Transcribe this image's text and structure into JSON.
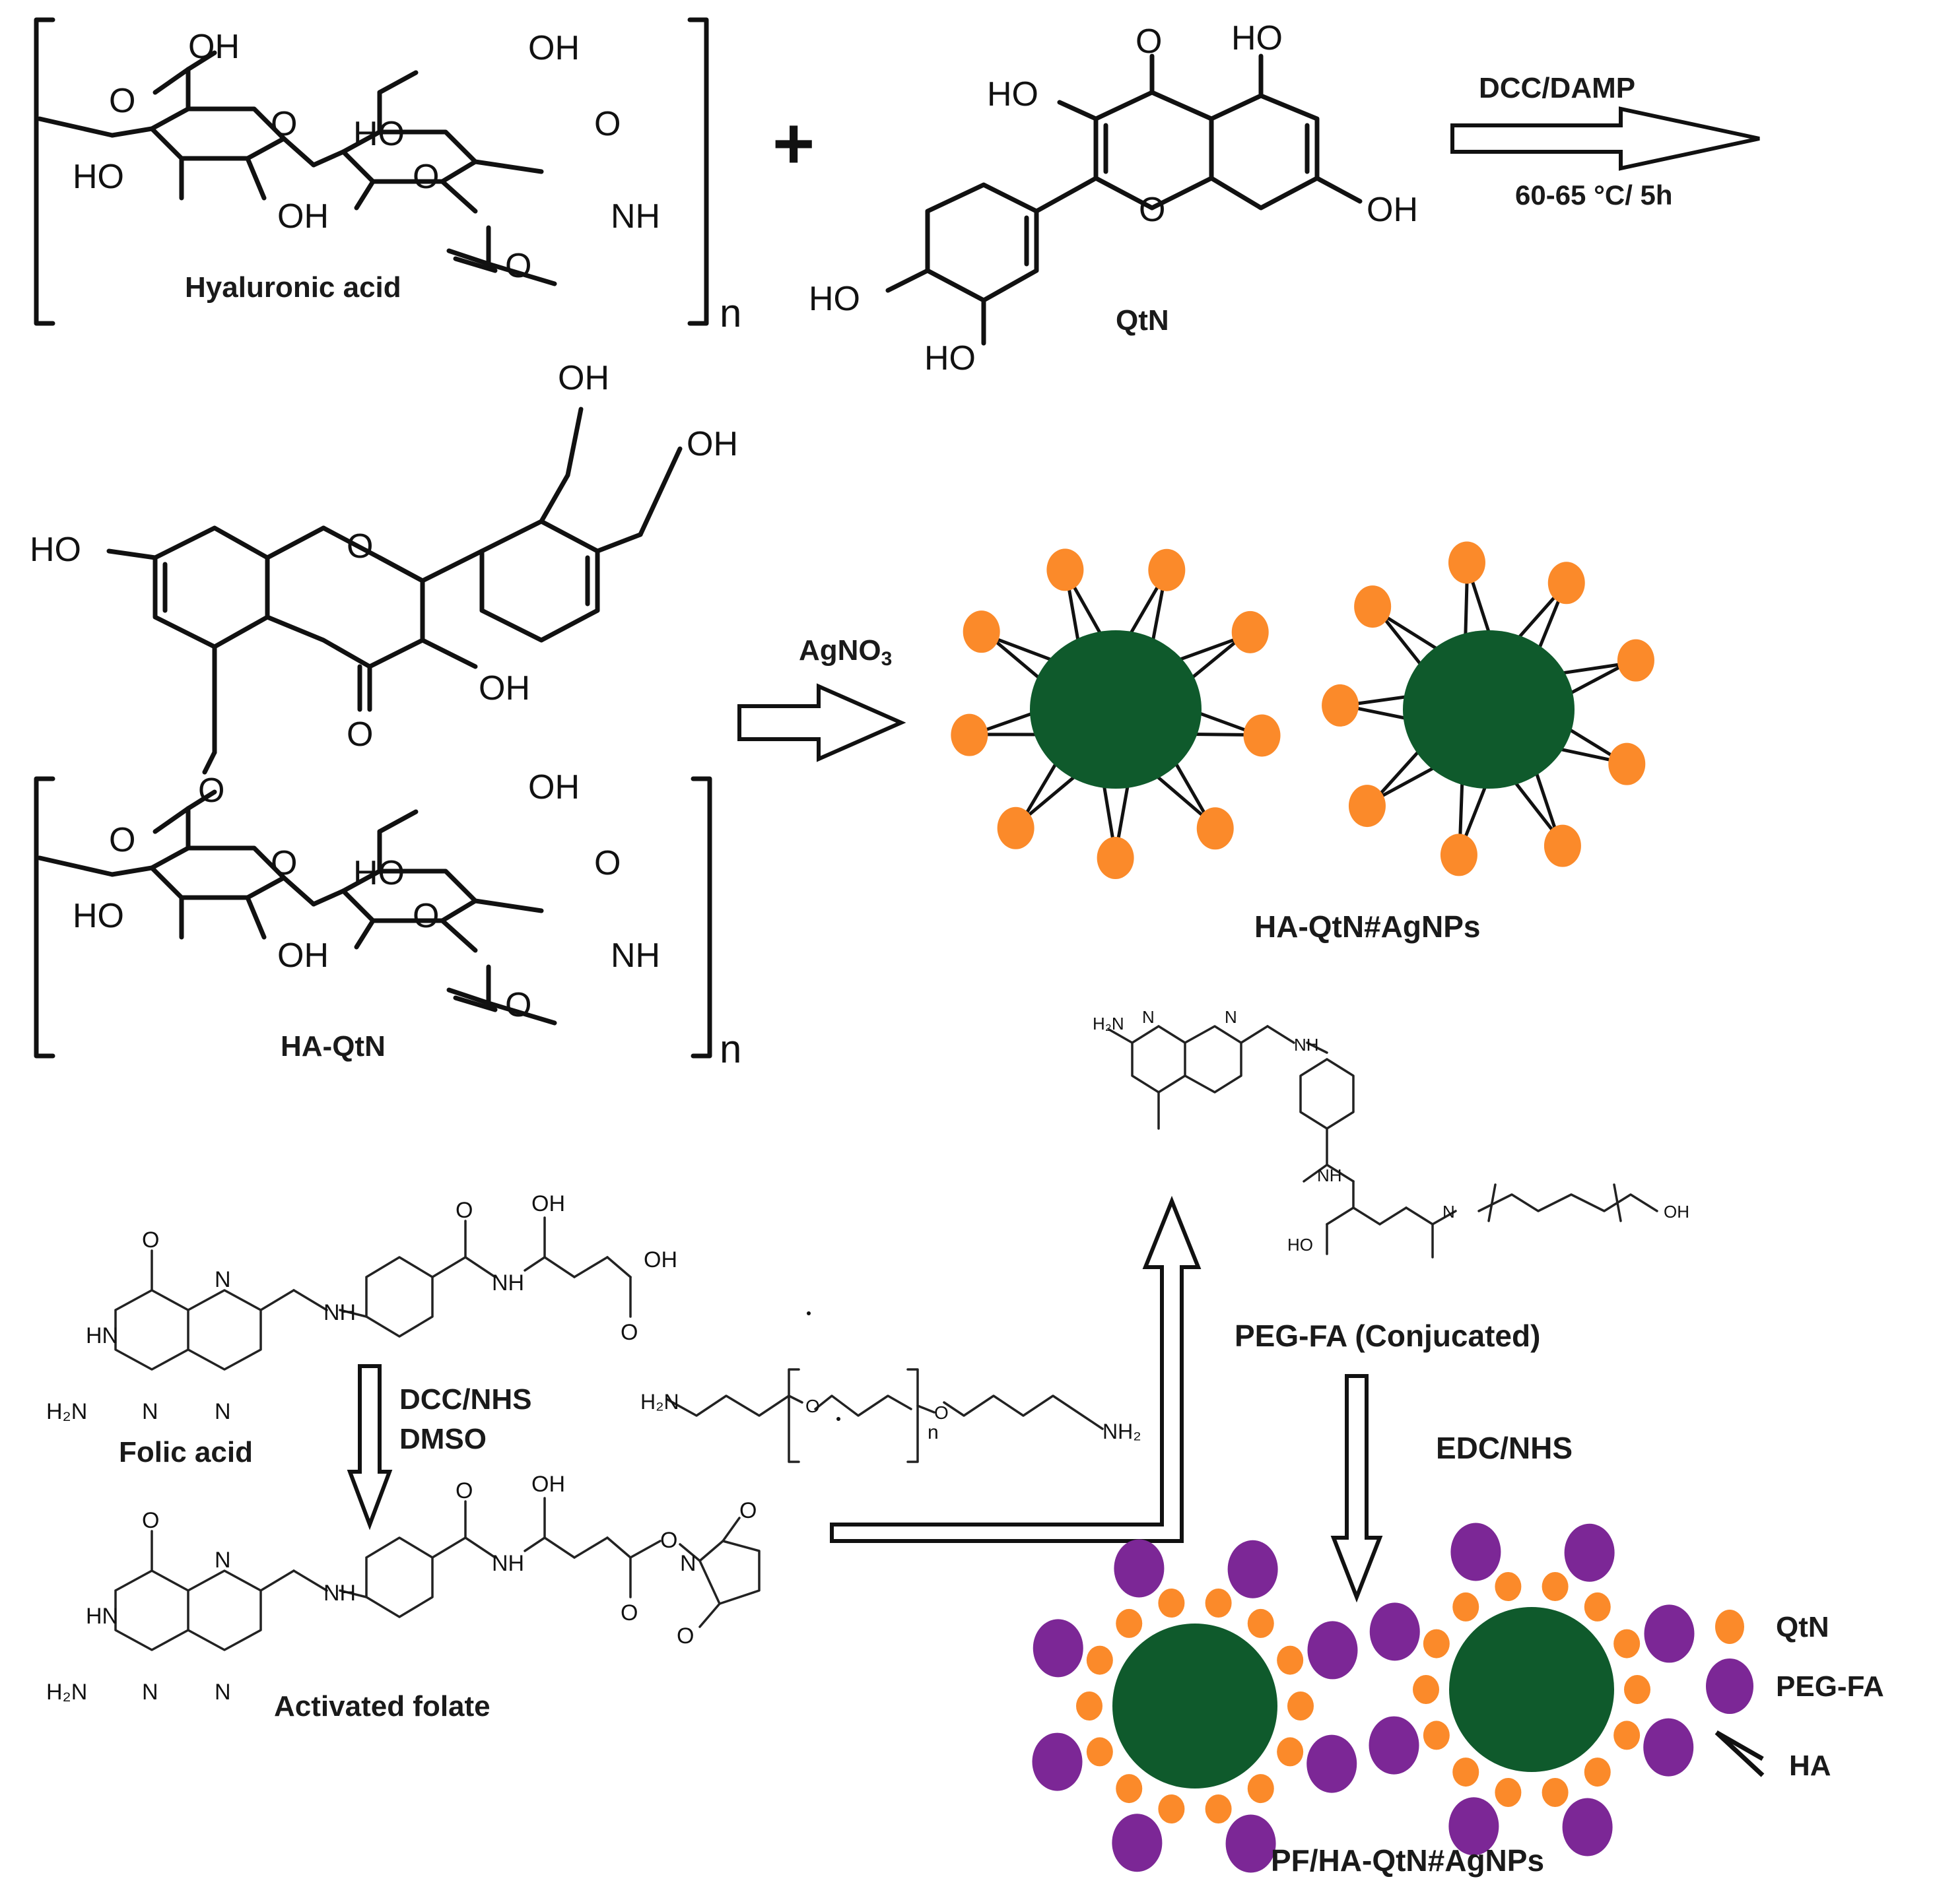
{
  "colors": {
    "core": "#0f5a2c",
    "quercetin_dot": "#fb8a2a",
    "peg_fa": "#7c2796",
    "line": "#111111"
  },
  "labels": {
    "hyaluronic_acid": "Hyaluronic acid",
    "qtn": "QtN",
    "ha_qtn": "HA-QtN",
    "ha_qtn_agnps": "HA-QtN#AgNPs",
    "peg_fa_conj": "PEG-FA (Conjucated)",
    "folic_acid": "Folic acid",
    "activated_folate": "Activated folate",
    "final_product": "PF/HA-QtN#AgNPs",
    "plus": "+",
    "repeat_n": "n",
    "peg_n": "n"
  },
  "reagents": {
    "step1_a": "DCC/DAMP",
    "step1_b": "60-65 °C/ 5h",
    "step2_main": "AgNO",
    "step2_sub": "3",
    "step3_a": "DCC/NHS",
    "step3_b": "DMSO",
    "step4": "EDC/NHS"
  },
  "atoms": {
    "oh": "OH",
    "ho": "HO",
    "o": "O",
    "nh": "NH",
    "hn": "HN",
    "n": "N",
    "h": "H",
    "h2n": "H₂N",
    "nh2": "NH₂",
    "h2n_peg": "H₂N"
  },
  "legend": {
    "qtn": "QtN",
    "peg_fa": "PEG-FA",
    "ha": "HA"
  }
}
